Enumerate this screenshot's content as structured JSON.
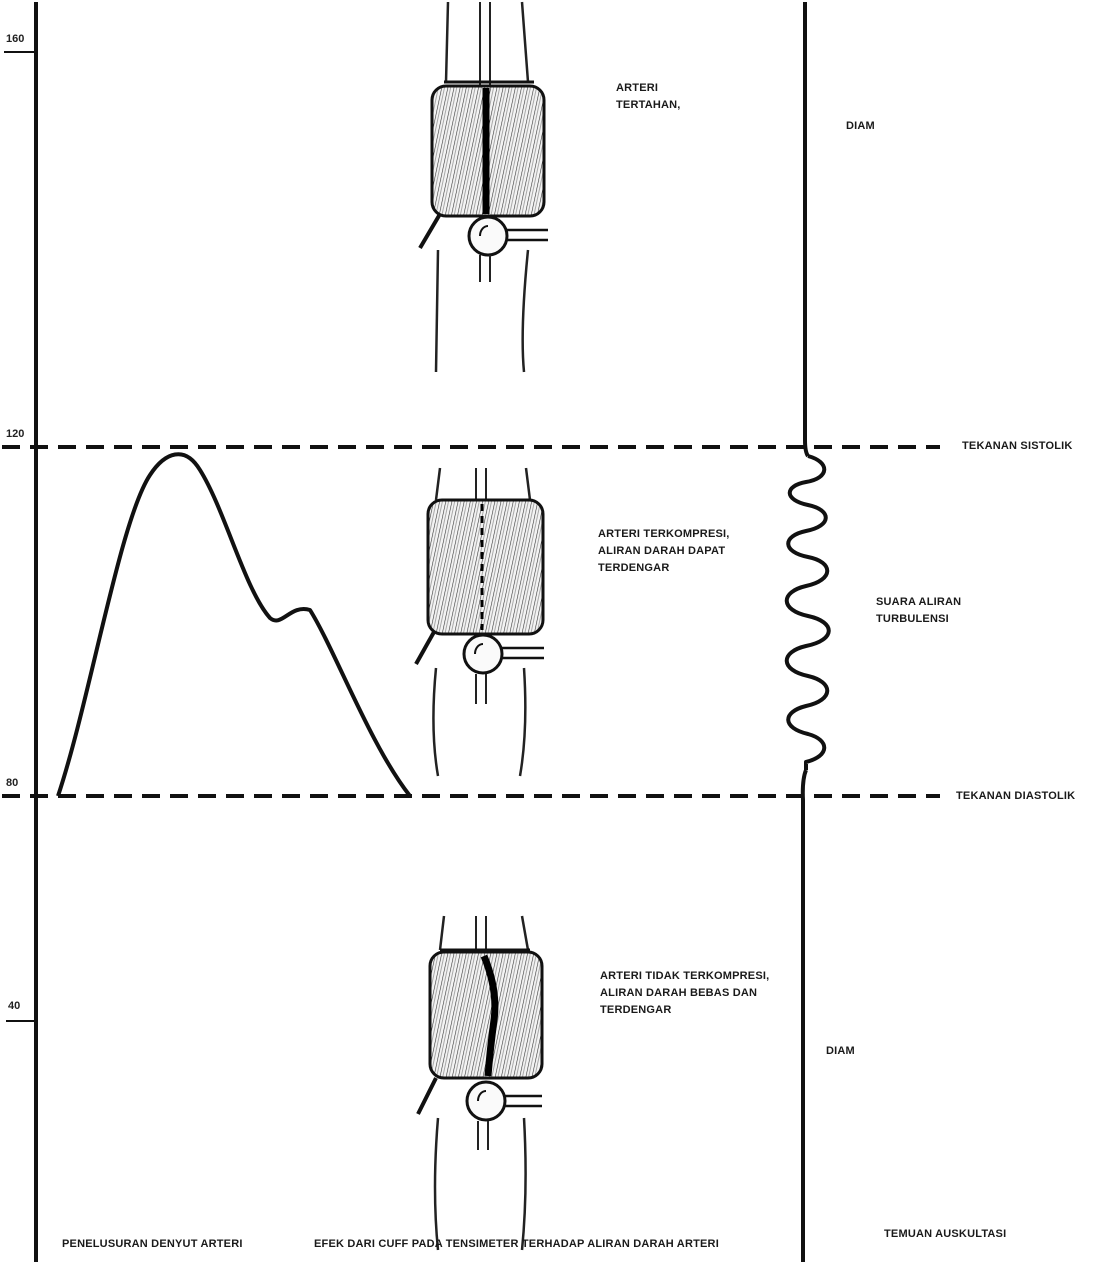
{
  "y_axis": {
    "ticks": [
      "160",
      "120",
      "80",
      "40"
    ]
  },
  "pressure_lines": {
    "systolic": "TEKANAN SISTOLIK",
    "diastolic": "TEKANAN DIASTOLIK"
  },
  "cuff_states": [
    {
      "text": "ARTERI\nTERTAHAN,"
    },
    {
      "text": "ARTERI TERKOMPRESI,\nALIRAN DARAH DAPAT\nTERDENGAR"
    },
    {
      "text": "ARTERI TIDAK TERKOMPRESI,\nALIRAN DARAH BEBAS DAN\nTERDENGAR"
    }
  ],
  "auscultation": {
    "top": "DIAM",
    "middle": "SUARA ALIRAN\nTURBULENSI",
    "bottom": "DIAM"
  },
  "footer": {
    "pulse_tracing": "PENELUSURAN DENYUT ARTERI",
    "cuff_effect": "EFEK DARI CUFF PADA TENSIMETER TERHADAP ALIRAN DARAH ARTERI",
    "auscultation_findings": "TEMUAN AUSKULTASI"
  }
}
